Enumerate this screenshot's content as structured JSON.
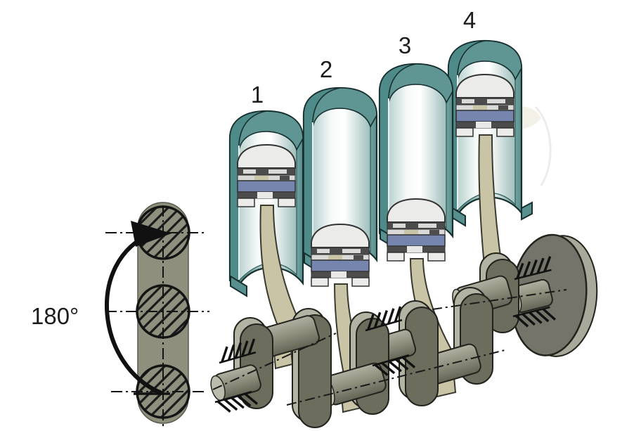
{
  "diagram": {
    "cylinder_labels": [
      "1",
      "2",
      "3",
      "4"
    ],
    "angle_label": "180°",
    "colors": {
      "cylinder_teal": "#5f9694",
      "cylinder_wall_dark": "#4e8a88",
      "cylinder_highlight": "#eef4f3",
      "piston_body": "#ebebe9",
      "piston_ring_dark": "#4c4c4c",
      "piston_band_blue": "#7585ad",
      "connecting_rod": "#c9c4a6",
      "crank_body": "#90907f",
      "crank_web_dark": "#6d6d5e",
      "crank_web_light": "#b3b3a4",
      "flywheel": "#74746a",
      "schematic_slab": "#8f8f7e",
      "outline": "#1a1a1a",
      "background": "#ffffff"
    }
  }
}
